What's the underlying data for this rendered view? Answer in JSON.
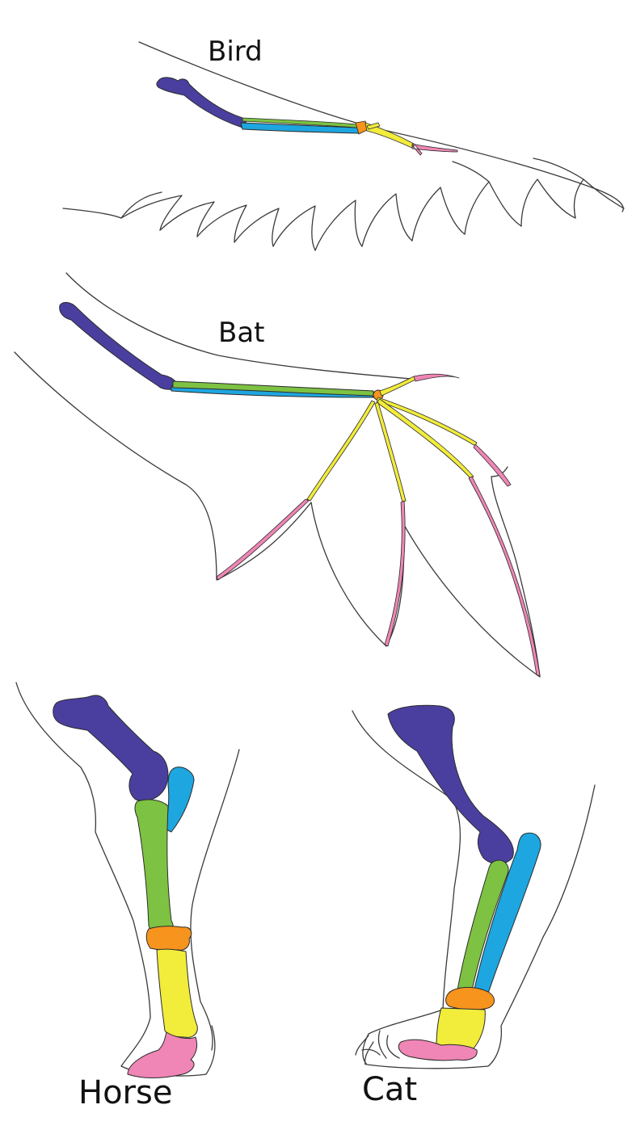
{
  "labels": {
    "bird": "Bird",
    "bat": "Bat",
    "horse": "Horse",
    "cat": "Cat"
  },
  "colors": {
    "humerus": "#4a3f9f",
    "ulna": "#1ea6e0",
    "radius": "#7dc242",
    "carpals": "#f7941d",
    "metacarpals": "#f2ec3b",
    "phalanges": "#ef86b5",
    "outline": "#3a3a3a"
  }
}
